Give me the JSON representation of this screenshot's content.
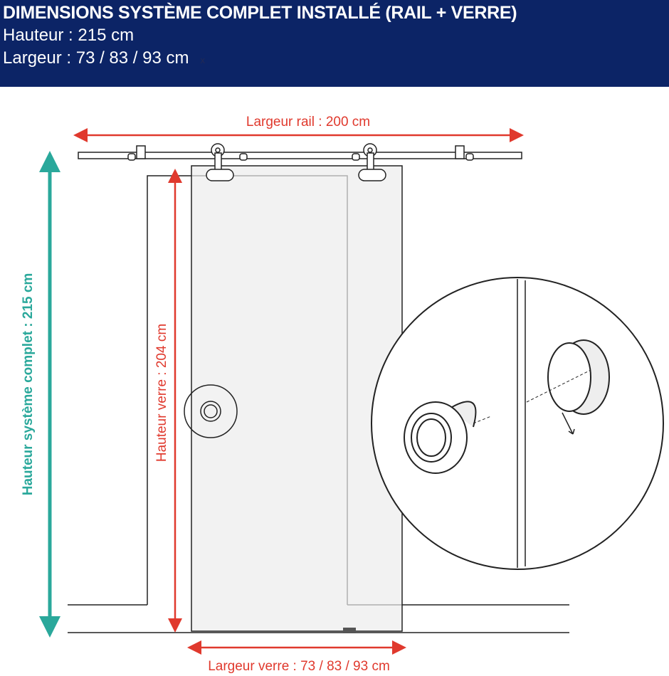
{
  "header": {
    "title": "DIMENSIONS SYSTÈME COMPLET INSTALLÉ (RAIL + VERRE)",
    "height_line": "Hauteur : 215 cm",
    "width_line": "Largeur : 73 / 83 / 93 cm",
    "mark": "x"
  },
  "diagram": {
    "rail_width_label": "Largeur rail : 200 cm",
    "total_height_label": "Hauteur système complet : 215 cm",
    "glass_height_label": "Hauteur verre : 204 cm",
    "glass_width_label": "Largeur verre : 73 / 83 / 93 cm"
  },
  "colors": {
    "header_bg": "#0c2466",
    "dimension_red": "#e0392d",
    "dimension_teal": "#2aa89b"
  }
}
